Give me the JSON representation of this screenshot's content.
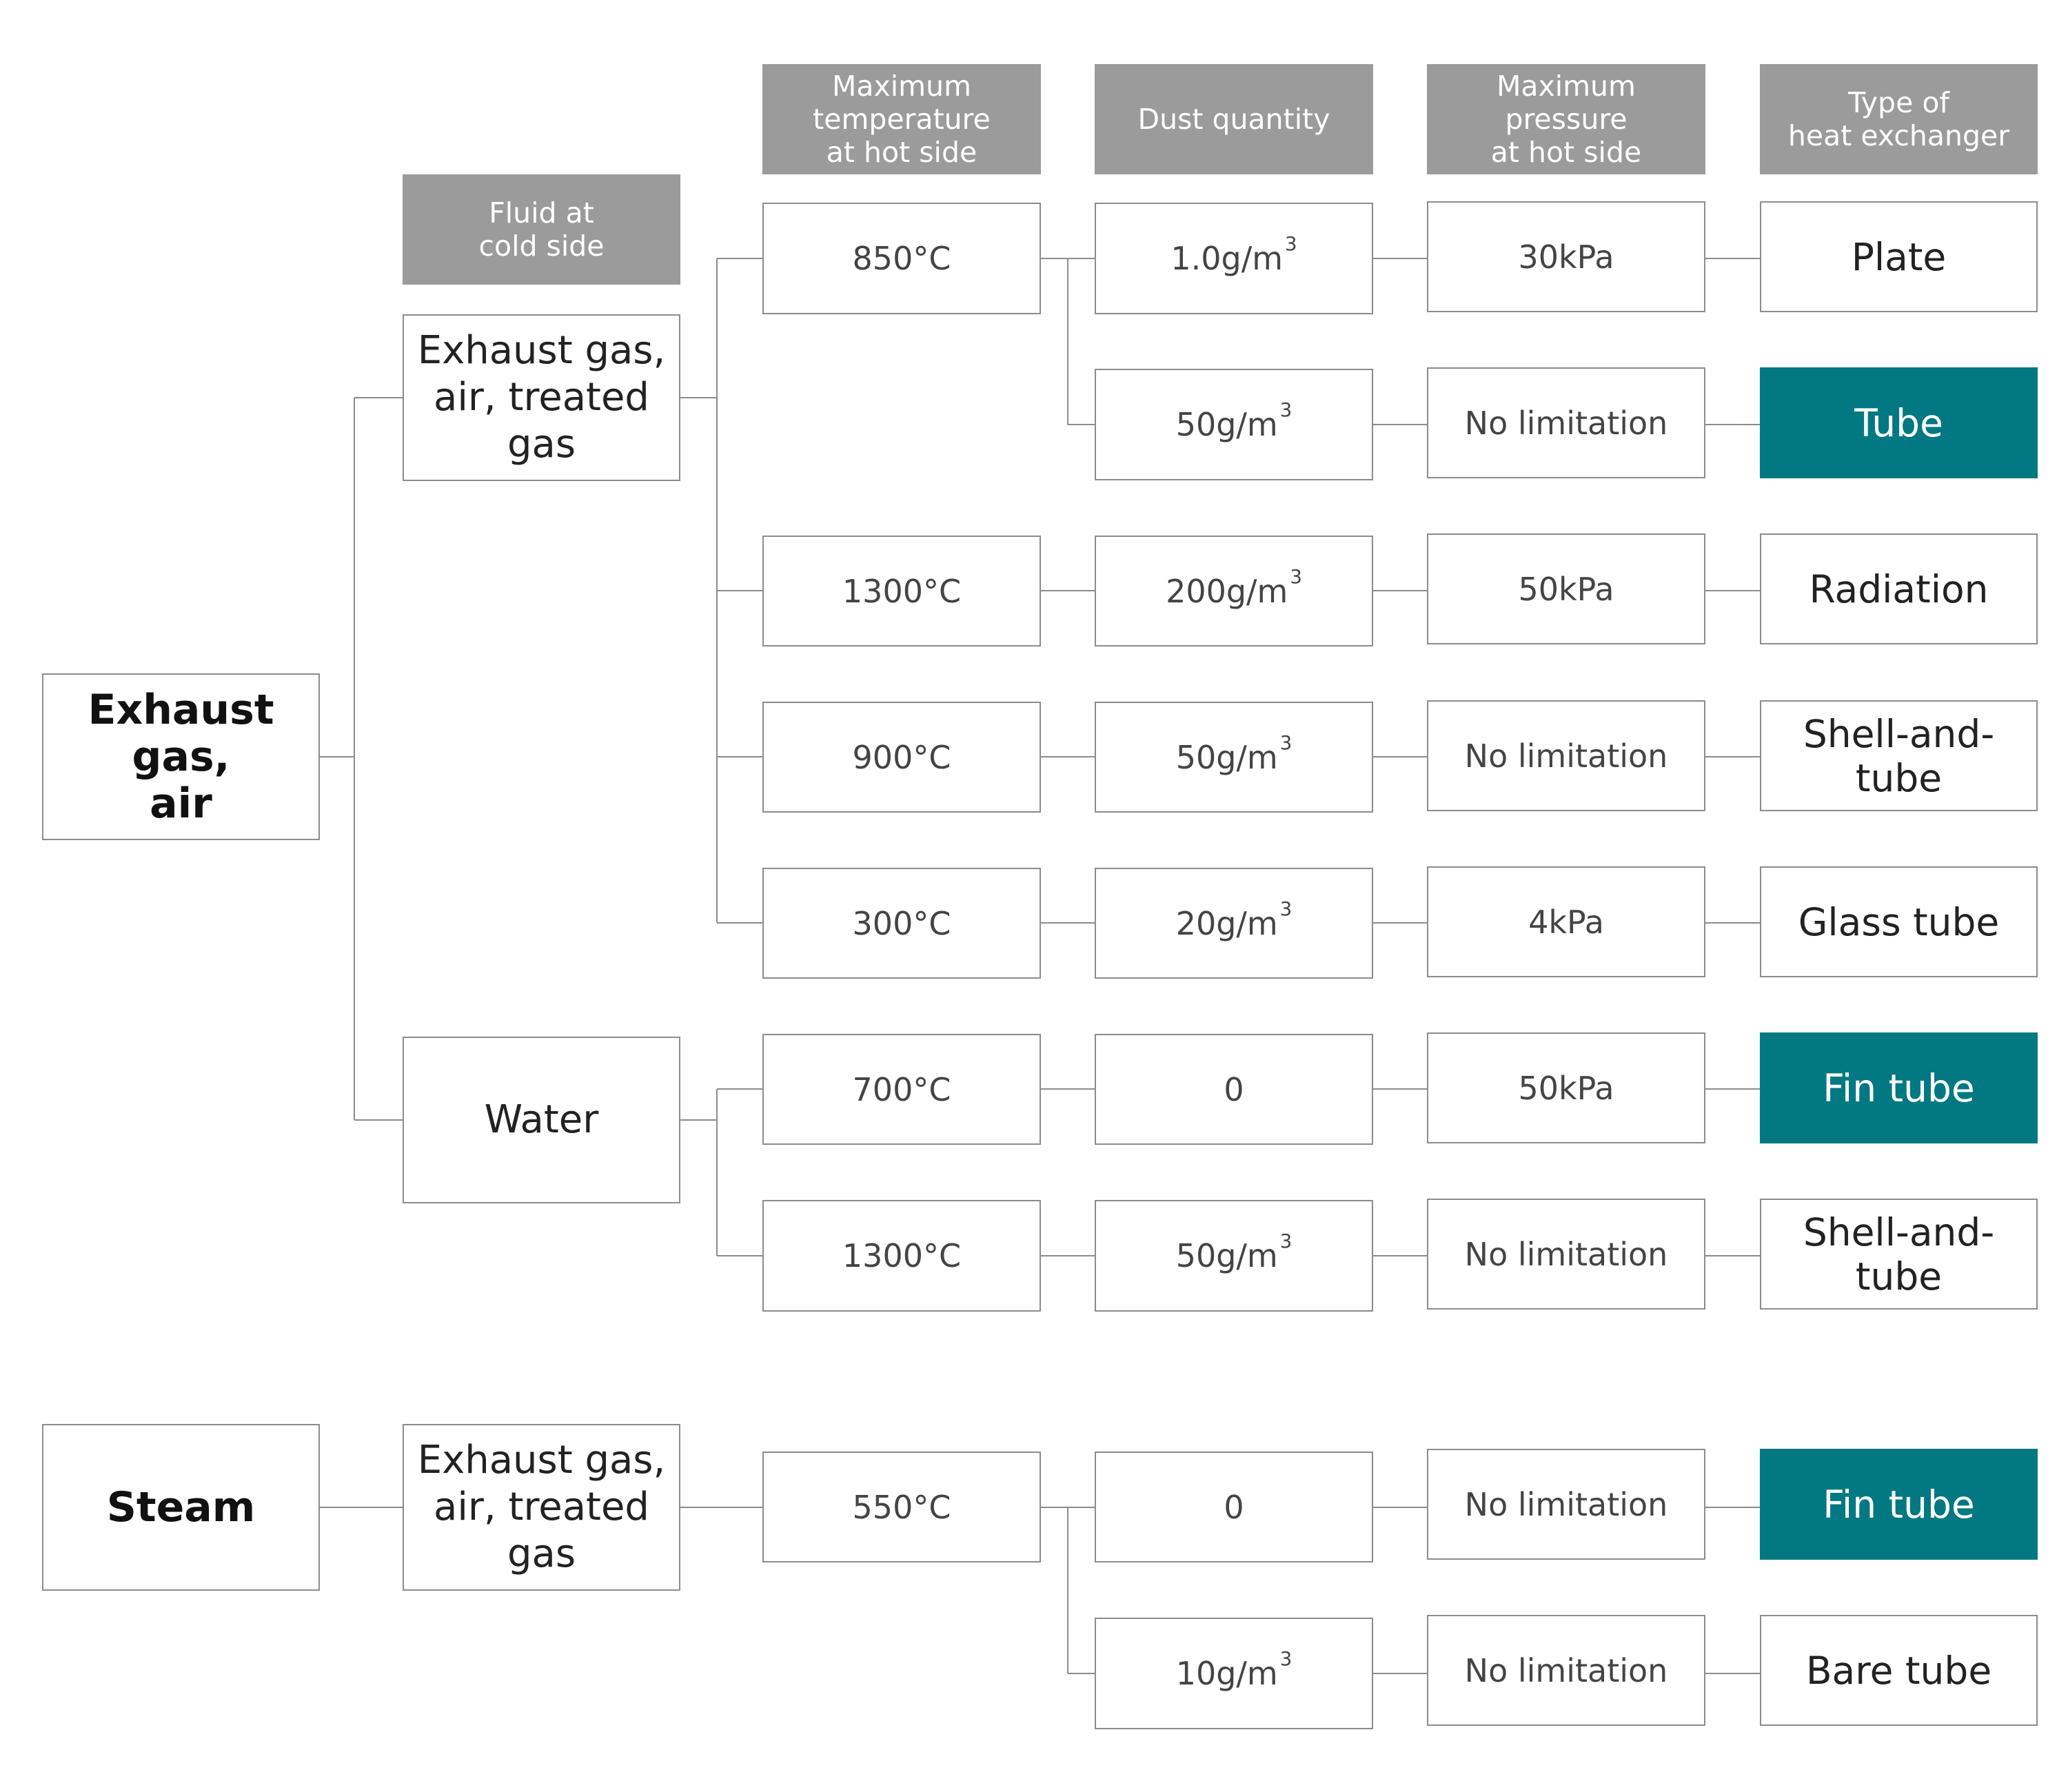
{
  "headers": {
    "cold_side": "Fluid at\ncold side",
    "max_temp": "Maximum\ntemperature\nat hot side",
    "dust": "Dust quantity",
    "max_pressure": "Maximum\npressure\nat hot side",
    "hx_type": "Type of\nheat exchanger"
  },
  "hot_side": {
    "exhaust": "Exhaust gas,\nair",
    "steam": "Steam"
  },
  "cold_side": {
    "exhaust": "Exhaust gas,\nair, treated\ngas",
    "water": "Water",
    "steam_exhaust": "Exhaust gas,\nair, treated\ngas"
  },
  "temperatures": {
    "t850": "850°C",
    "t1300a": "1300°C",
    "t900": "900°C",
    "t300": "300°C",
    "t700": "700°C",
    "t1300b": "1300°C",
    "t550": "550°C"
  },
  "dust": {
    "plate": {
      "value": "1.0g/m",
      "sup": "3"
    },
    "tube": {
      "value": "50g/m",
      "sup": "3"
    },
    "radiation": {
      "value": "200g/m",
      "sup": "3"
    },
    "shell1": {
      "value": "50g/m",
      "sup": "3"
    },
    "glass": {
      "value": "20g/m",
      "sup": "3"
    },
    "fin1": {
      "value": "0"
    },
    "shell2": {
      "value": "50g/m",
      "sup": "3"
    },
    "fin2": {
      "value": "0"
    },
    "bare": {
      "value": "10g/m",
      "sup": "3"
    }
  },
  "pressures": {
    "plate": "30kPa",
    "tube": "No limitation",
    "radiation": "50kPa",
    "shell1": "No limitation",
    "glass": "4kPa",
    "fin1": "50kPa",
    "shell2": "No limitation",
    "fin2": "No limitation",
    "bare": "No limitation"
  },
  "types": {
    "plate": "Plate",
    "tube": "Tube",
    "radiation": "Radiation",
    "shell1": "Shell-and-tube",
    "glass": "Glass tube",
    "fin1": "Fin tube",
    "shell2": "Shell-and-tube",
    "fin2": "Fin tube",
    "bare": "Bare tube"
  },
  "colors": {
    "header_fill": "#9b9b9b",
    "highlight_fill": "#017882",
    "border": "#8c8c8c",
    "connector": "#8c8c8c"
  }
}
